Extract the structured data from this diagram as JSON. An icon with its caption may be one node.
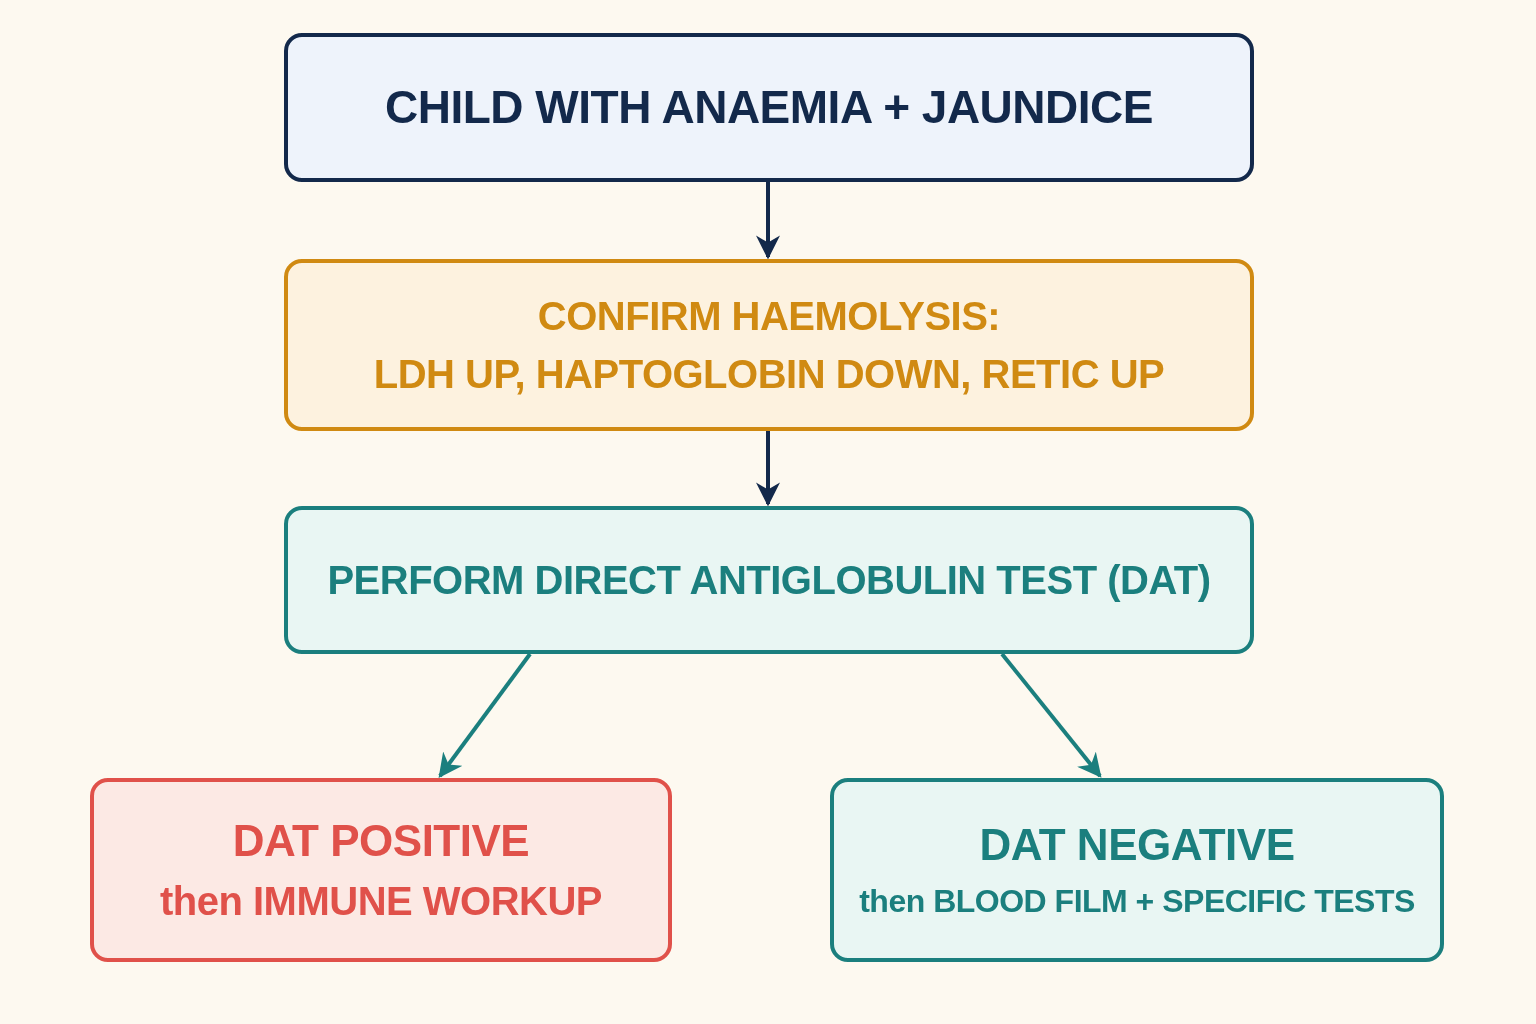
{
  "diagram": {
    "nodes": [
      {
        "text": [
          "CHILD WITH ANAEMIA + JAUNDICE"
        ]
      },
      {
        "text": [
          "CONFIRM HAEMOLYSIS:",
          "LDH UP, HAPTOGLOBIN DOWN, RETIC UP"
        ]
      },
      {
        "text": [
          "PERFORM DIRECT ANTIGLOBULIN TEST (DAT)"
        ]
      },
      {
        "text": [
          "DAT POSITIVE",
          "then IMMUNE WORKUP"
        ]
      },
      {
        "text": [
          "DAT NEGATIVE",
          "then BLOOD FILM + SPECIFIC TESTS"
        ]
      }
    ],
    "edges": [
      {
        "from": 0,
        "to": 1,
        "arrow": "to",
        "color": "#13294b"
      },
      {
        "from": 1,
        "to": 2,
        "arrow": "to",
        "color": "#13294b"
      },
      {
        "from": 2,
        "to": 3,
        "arrow": "to",
        "color": "#1b7f7e"
      },
      {
        "from": 2,
        "to": 4,
        "arrow": "to",
        "color": "#1b7f7e"
      }
    ]
  }
}
